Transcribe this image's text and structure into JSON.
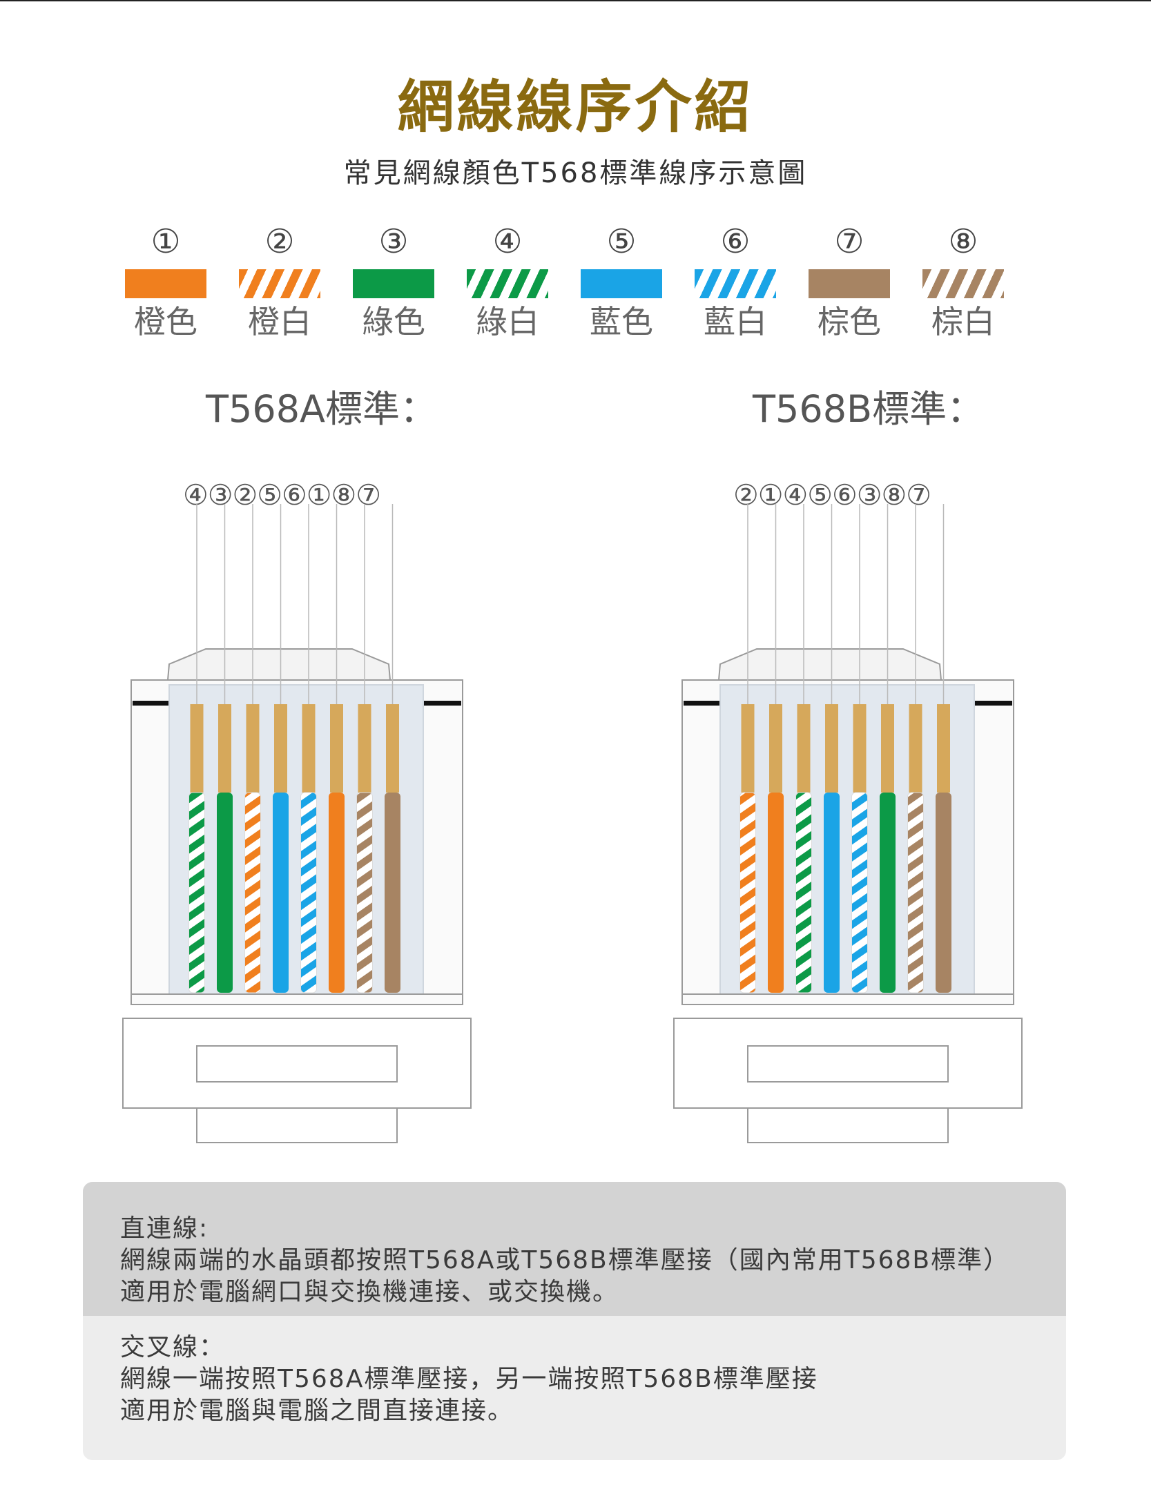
{
  "title": "網線線序介紹",
  "subtitle": "常見網線顏色T568標準線序示意圖",
  "legend": [
    {
      "num": "①",
      "label": "橙色",
      "color": "#f07f1e",
      "striped": false
    },
    {
      "num": "②",
      "label": "橙白",
      "color": "#f07f1e",
      "striped": true
    },
    {
      "num": "③",
      "label": "綠色",
      "color": "#0c9a47",
      "striped": false
    },
    {
      "num": "④",
      "label": "綠白",
      "color": "#0c9a47",
      "striped": true
    },
    {
      "num": "⑤",
      "label": "藍色",
      "color": "#1aa4e6",
      "striped": false
    },
    {
      "num": "⑥",
      "label": "藍白",
      "color": "#1aa4e6",
      "striped": true
    },
    {
      "num": "⑦",
      "label": "棕色",
      "color": "#a78463",
      "striped": false
    },
    {
      "num": "⑧",
      "label": "棕白",
      "color": "#a78463",
      "striped": true
    }
  ],
  "t568a": {
    "title": "T568A標準：",
    "order_text": "④③②⑤⑥①⑧⑦",
    "wires": [
      4,
      3,
      2,
      5,
      6,
      1,
      8,
      7
    ]
  },
  "t568b": {
    "title": "T568B標準：",
    "order_text": "②①④⑤⑥③⑧⑦",
    "wires": [
      2,
      1,
      4,
      5,
      6,
      3,
      8,
      7
    ]
  },
  "info": {
    "straight": {
      "heading": "直連線:",
      "line1": "網線兩端的水晶頭都按照T568A或T568B標準壓接（國內常用T568B標準）",
      "line2": "適用於電腦網口與交換機連接、或交換機。"
    },
    "cross": {
      "heading": "交叉線：",
      "line1": "網線一端按照T568A標準壓接，另一端按照T568B標準壓接",
      "line2": "適用於電腦與電腦之間直接連接。"
    }
  }
}
